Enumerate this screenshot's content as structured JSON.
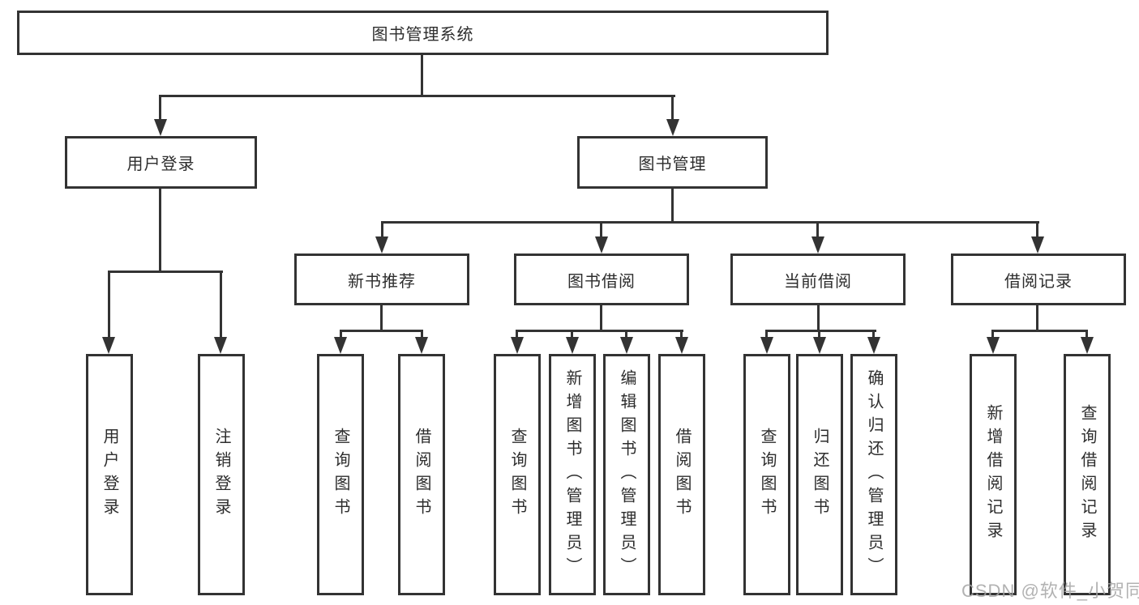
{
  "title": "图书管理系统",
  "tree": {
    "root": "图书管理系统",
    "children": [
      {
        "label": "用户登录",
        "children": [
          {
            "label": "用户登录"
          },
          {
            "label": "注销登录"
          }
        ]
      },
      {
        "label": "图书管理",
        "children": [
          {
            "label": "新书推荐",
            "children": [
              {
                "label": "查询图书"
              },
              {
                "label": "借阅图书"
              }
            ]
          },
          {
            "label": "图书借阅",
            "children": [
              {
                "label": "查询图书"
              },
              {
                "label": "新增图书（管理员）"
              },
              {
                "label": "编辑图书（管理员）"
              },
              {
                "label": "借阅图书"
              }
            ]
          },
          {
            "label": "当前借阅",
            "children": [
              {
                "label": "查询图书"
              },
              {
                "label": "归还图书"
              },
              {
                "label": "确认归还（管理员）"
              }
            ]
          },
          {
            "label": "借阅记录",
            "children": [
              {
                "label": "新增借阅记录"
              },
              {
                "label": "查询借阅记录"
              }
            ]
          }
        ]
      }
    ]
  },
  "watermark": "CSDN @软件_小贺同学",
  "colors": {
    "line": "#333333",
    "box_background": "#ffffff",
    "text": "#2d2d2d",
    "watermark": "#a5a5a5"
  }
}
